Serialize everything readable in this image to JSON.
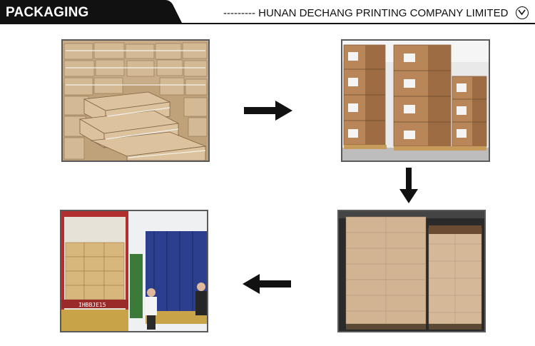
{
  "header": {
    "title": "PACKAGING",
    "company": "--------- HUNAN DECHANG PRINTING COMPANY LIMITED",
    "toggle_icon": "chevron-down-icon"
  },
  "photos": [
    {
      "name": "wrapped-bundles-photo"
    },
    {
      "name": "carton-pallets-photo"
    },
    {
      "name": "wrapped-pallets-photo"
    },
    {
      "name": "container-loading-photo"
    }
  ],
  "arrows": [
    "arrow-right-icon",
    "arrow-down-icon",
    "arrow-left-icon"
  ],
  "colors": {
    "tab": "#111111",
    "frame": "#5a5a5a",
    "kraft": "#c9ab84",
    "carton": "#b9865a"
  },
  "container_label": "IHBBJE15"
}
